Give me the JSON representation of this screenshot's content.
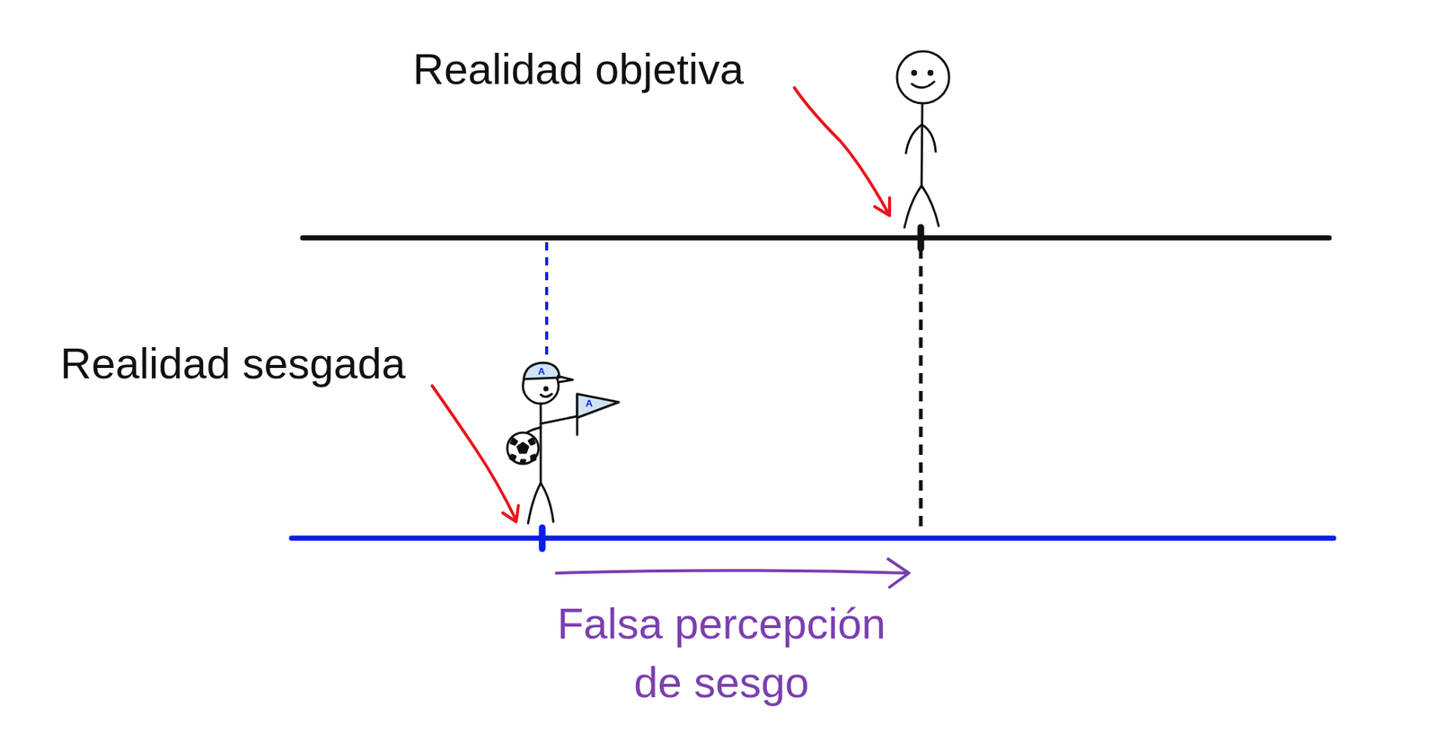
{
  "diagram": {
    "labels": [
      "Realidad objetiva",
      "Realidad sesgada",
      "Falsa percepción de sesgo",
      "A",
      "A"
    ]
  }
}
